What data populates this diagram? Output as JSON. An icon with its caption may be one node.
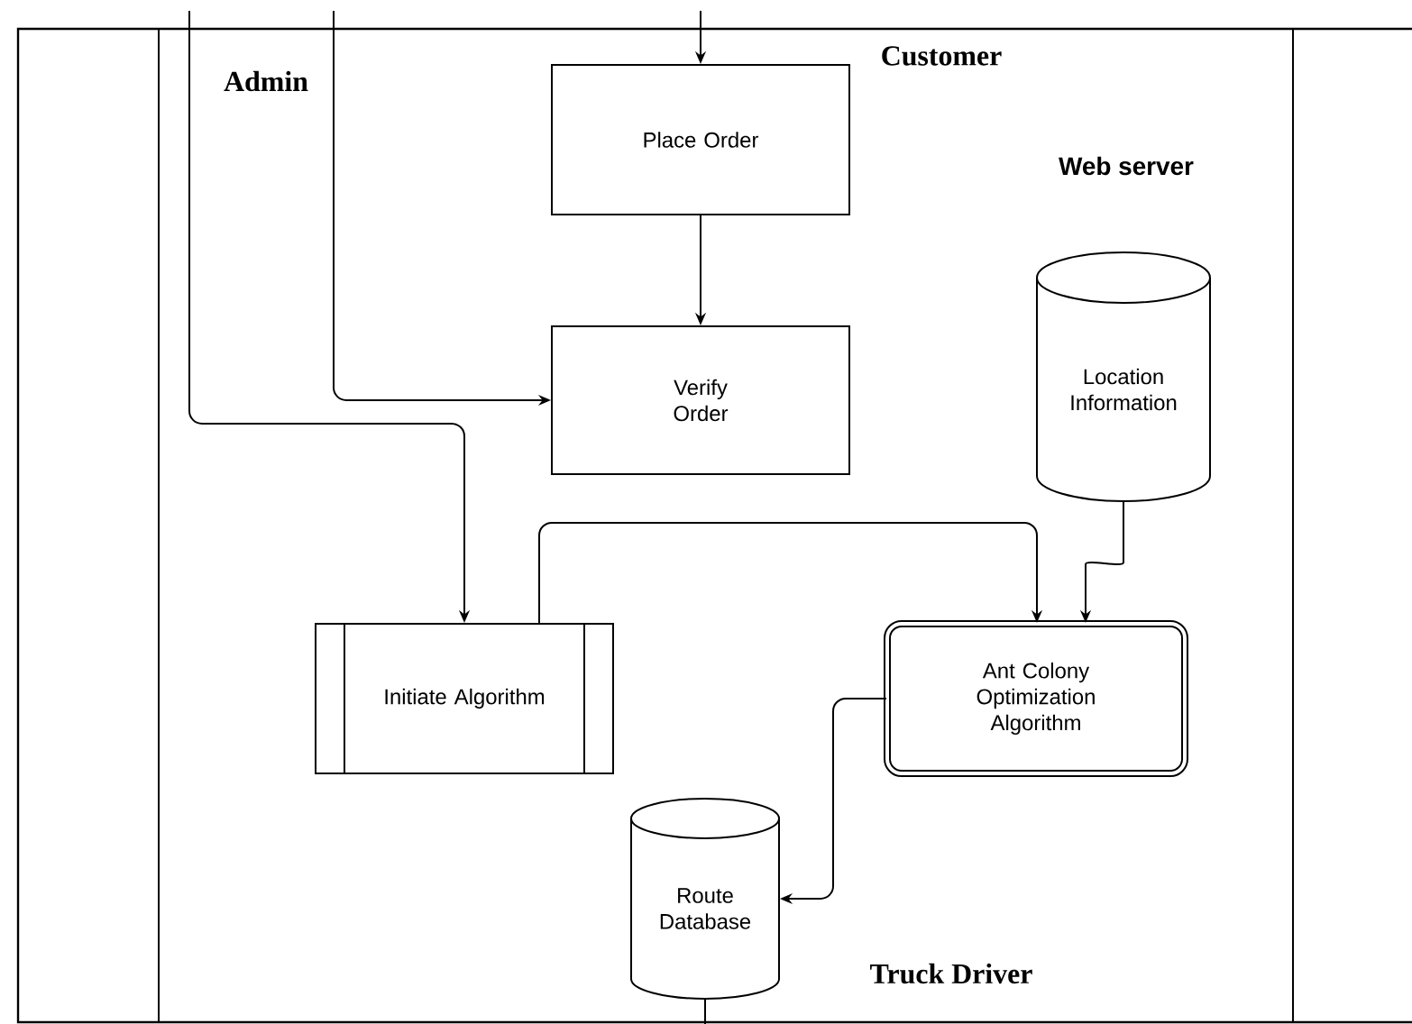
{
  "diagram": {
    "nodes": [
      {
        "text": [
          "Place Order"
        ]
      },
      {
        "text": [
          "Verify Order"
        ]
      },
      {
        "text": [
          "Location Information"
        ]
      },
      {
        "text": [
          "Initiate Algorithm"
        ]
      },
      {
        "text": [
          "Ant Colony Optimization Algorithm"
        ]
      },
      {
        "text": [
          "Route Database"
        ]
      }
    ],
    "edges": [
      {
        "from": null,
        "to": 0,
        "arrow": "to"
      },
      {
        "from": 0,
        "to": 1,
        "arrow": "to"
      },
      {
        "from": null,
        "to": 1,
        "arrow": "to"
      },
      {
        "from": null,
        "to": 3,
        "arrow": "to"
      },
      {
        "from": 3,
        "to": 4,
        "arrow": "to"
      },
      {
        "from": 2,
        "to": 4,
        "arrow": "to"
      },
      {
        "from": 4,
        "to": 5,
        "arrow": "to"
      },
      {
        "from": 5,
        "to": null,
        "arrow": "none"
      }
    ],
    "labels": [
      "Customer",
      "Admin",
      "Web server",
      "Truck Driver"
    ]
  }
}
